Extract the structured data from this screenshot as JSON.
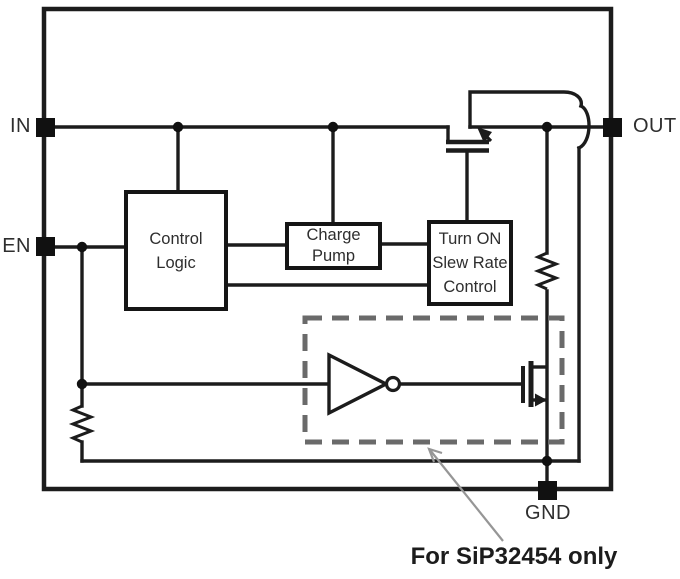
{
  "pins": {
    "in": "IN",
    "en": "EN",
    "out": "OUT",
    "gnd": "GND"
  },
  "blocks": {
    "control_logic": {
      "line1": "Control",
      "line2": "Logic"
    },
    "charge_pump": {
      "line1": "Charge",
      "line2": "Pump"
    },
    "turn_on_slew_rate_control": {
      "line1": "Turn ON",
      "line2": "Slew Rate",
      "line3": "Control"
    }
  },
  "caption": "For SiP32454 only",
  "colors": {
    "wire": "#1c1c1c",
    "block_border": "#151515",
    "dashed_box": "#6a6a6a",
    "callout_arrow": "#969696",
    "text": "#2e2e2e",
    "background": "#ffffff"
  }
}
